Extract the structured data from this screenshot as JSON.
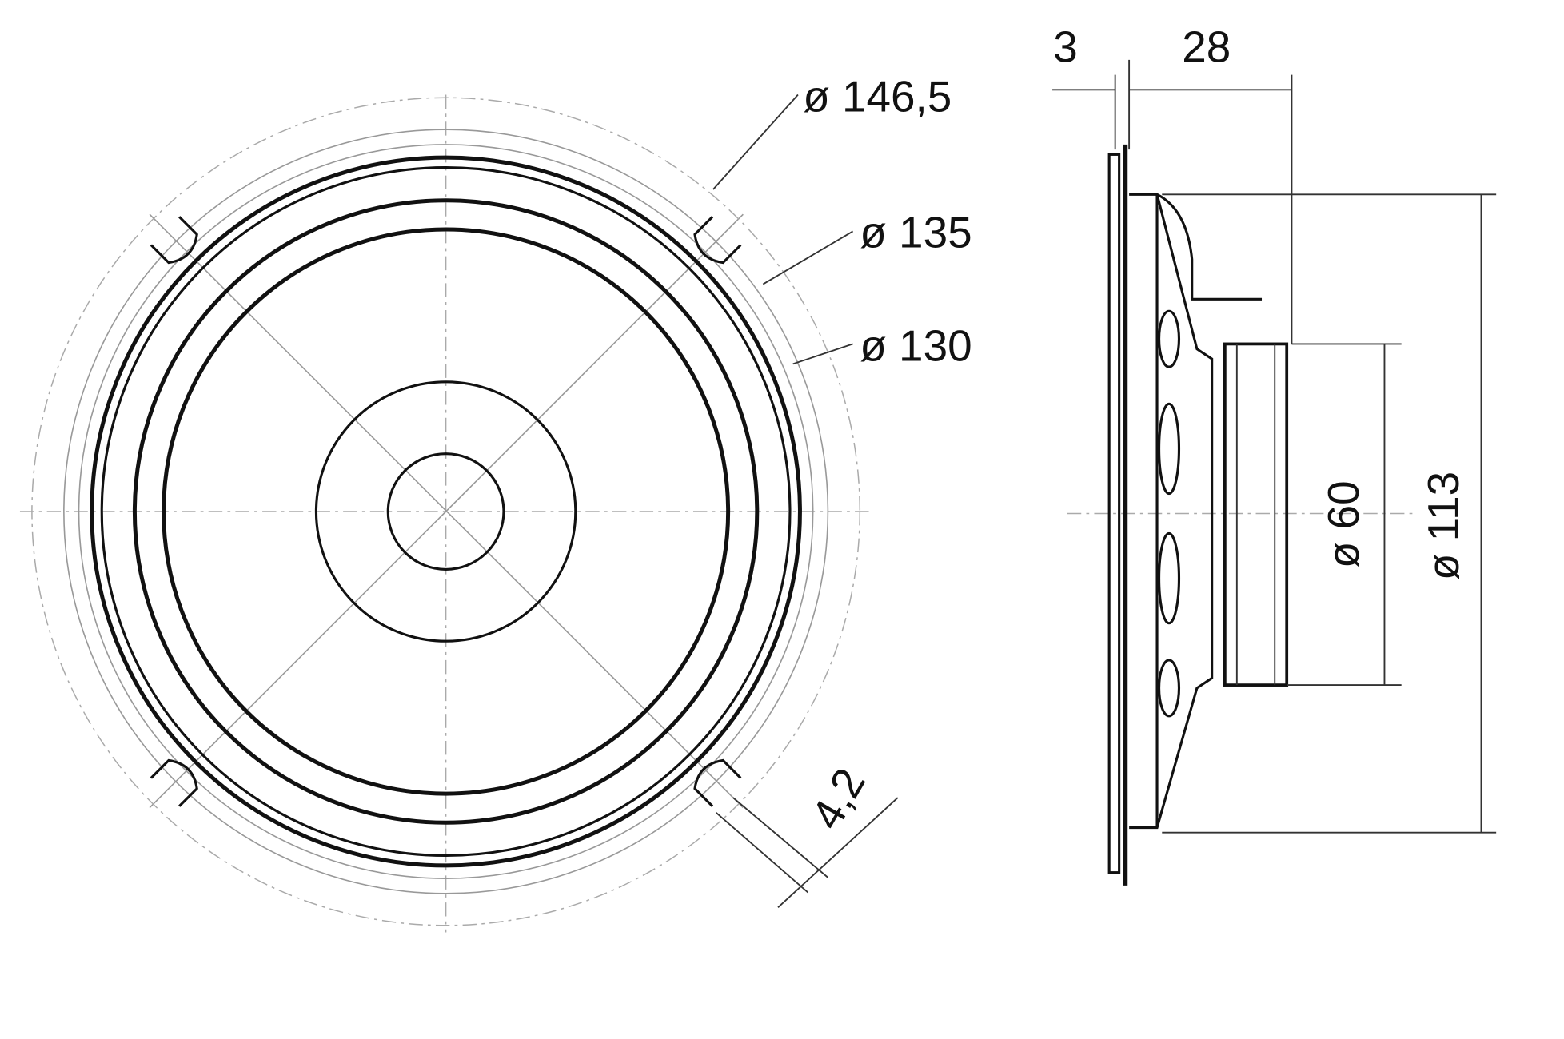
{
  "drawing": {
    "title": "Speaker dimensional drawing",
    "front_view": {
      "dimensions": [
        {
          "label": "ø 146,5"
        },
        {
          "label": "ø 135"
        },
        {
          "label": "ø 130"
        },
        {
          "label": "4,2"
        }
      ]
    },
    "side_view": {
      "dimensions": [
        {
          "label": "3"
        },
        {
          "label": "28"
        },
        {
          "label": "ø 60"
        },
        {
          "label": "ø 113"
        }
      ]
    },
    "colors": {
      "line": "#111111",
      "centerline": "#aaaaaa"
    }
  }
}
